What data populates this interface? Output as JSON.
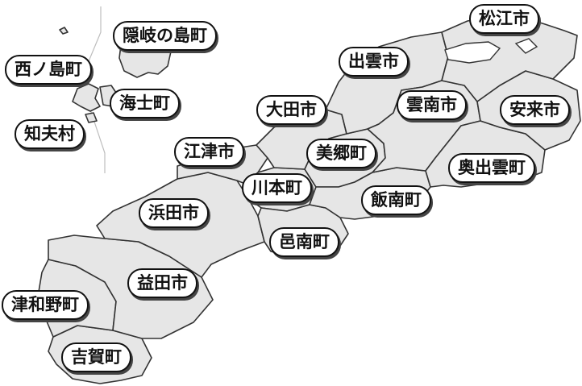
{
  "map": {
    "labels": [
      {
        "key": "matsue",
        "text": "松江市"
      },
      {
        "key": "oki",
        "text": "隠岐の島町"
      },
      {
        "key": "nishinoshima",
        "text": "西ノ島町"
      },
      {
        "key": "izumo",
        "text": "出雲市"
      },
      {
        "key": "ama",
        "text": "海士町"
      },
      {
        "key": "unnan",
        "text": "雲南市"
      },
      {
        "key": "yasugi",
        "text": "安来市"
      },
      {
        "key": "chibu",
        "text": "知夫村"
      },
      {
        "key": "oda",
        "text": "大田市"
      },
      {
        "key": "gotsu",
        "text": "江津市"
      },
      {
        "key": "misato",
        "text": "美郷町"
      },
      {
        "key": "okuizumo",
        "text": "奥出雲町"
      },
      {
        "key": "kawamoto",
        "text": "川本町"
      },
      {
        "key": "iinan",
        "text": "飯南町"
      },
      {
        "key": "hamada",
        "text": "浜田市"
      },
      {
        "key": "onan",
        "text": "邑南町"
      },
      {
        "key": "masuda",
        "text": "益田市"
      },
      {
        "key": "tsuwano",
        "text": "津和野町"
      },
      {
        "key": "yoshika",
        "text": "吉賀町"
      }
    ]
  }
}
